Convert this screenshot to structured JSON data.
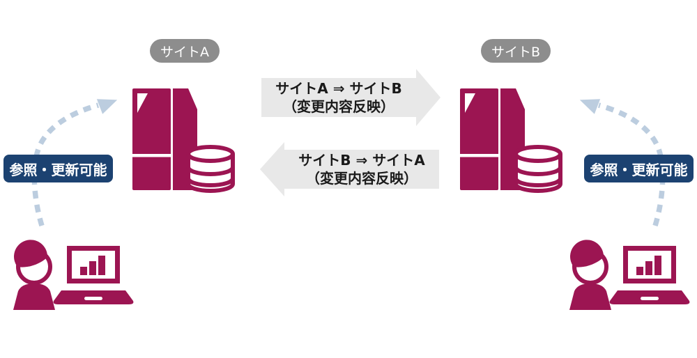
{
  "diagram": {
    "title": "site-replication-diagram",
    "site_a": {
      "name": "サイトA",
      "access_label": "参照・更新可能"
    },
    "site_b": {
      "name": "サイトB",
      "access_label": "参照・更新可能"
    },
    "sync": {
      "a_to_b": {
        "line1": "サイトA ⇒ サイトB",
        "line2": "（変更内容反映）"
      },
      "b_to_a": {
        "line1": "サイトB ⇒ サイトA",
        "line2": "（変更内容反映）"
      }
    }
  },
  "icons": {
    "server": "server-tower-with-database-icon",
    "database": "database-cylinder-icon",
    "user": "person-at-laptop-icon",
    "laptop": "laptop-with-bar-chart-icon",
    "dashed_arrow": "curved-dashed-arrow-icon"
  },
  "colors": {
    "maroon": "#9c1552",
    "navy": "#1c4271",
    "gray-pill": "#8d8d8d",
    "arrow-bg": "#e8e8e8",
    "arrow-text": "#1a1a1a",
    "dash-blue": "#bccddf",
    "white": "#ffffff"
  }
}
